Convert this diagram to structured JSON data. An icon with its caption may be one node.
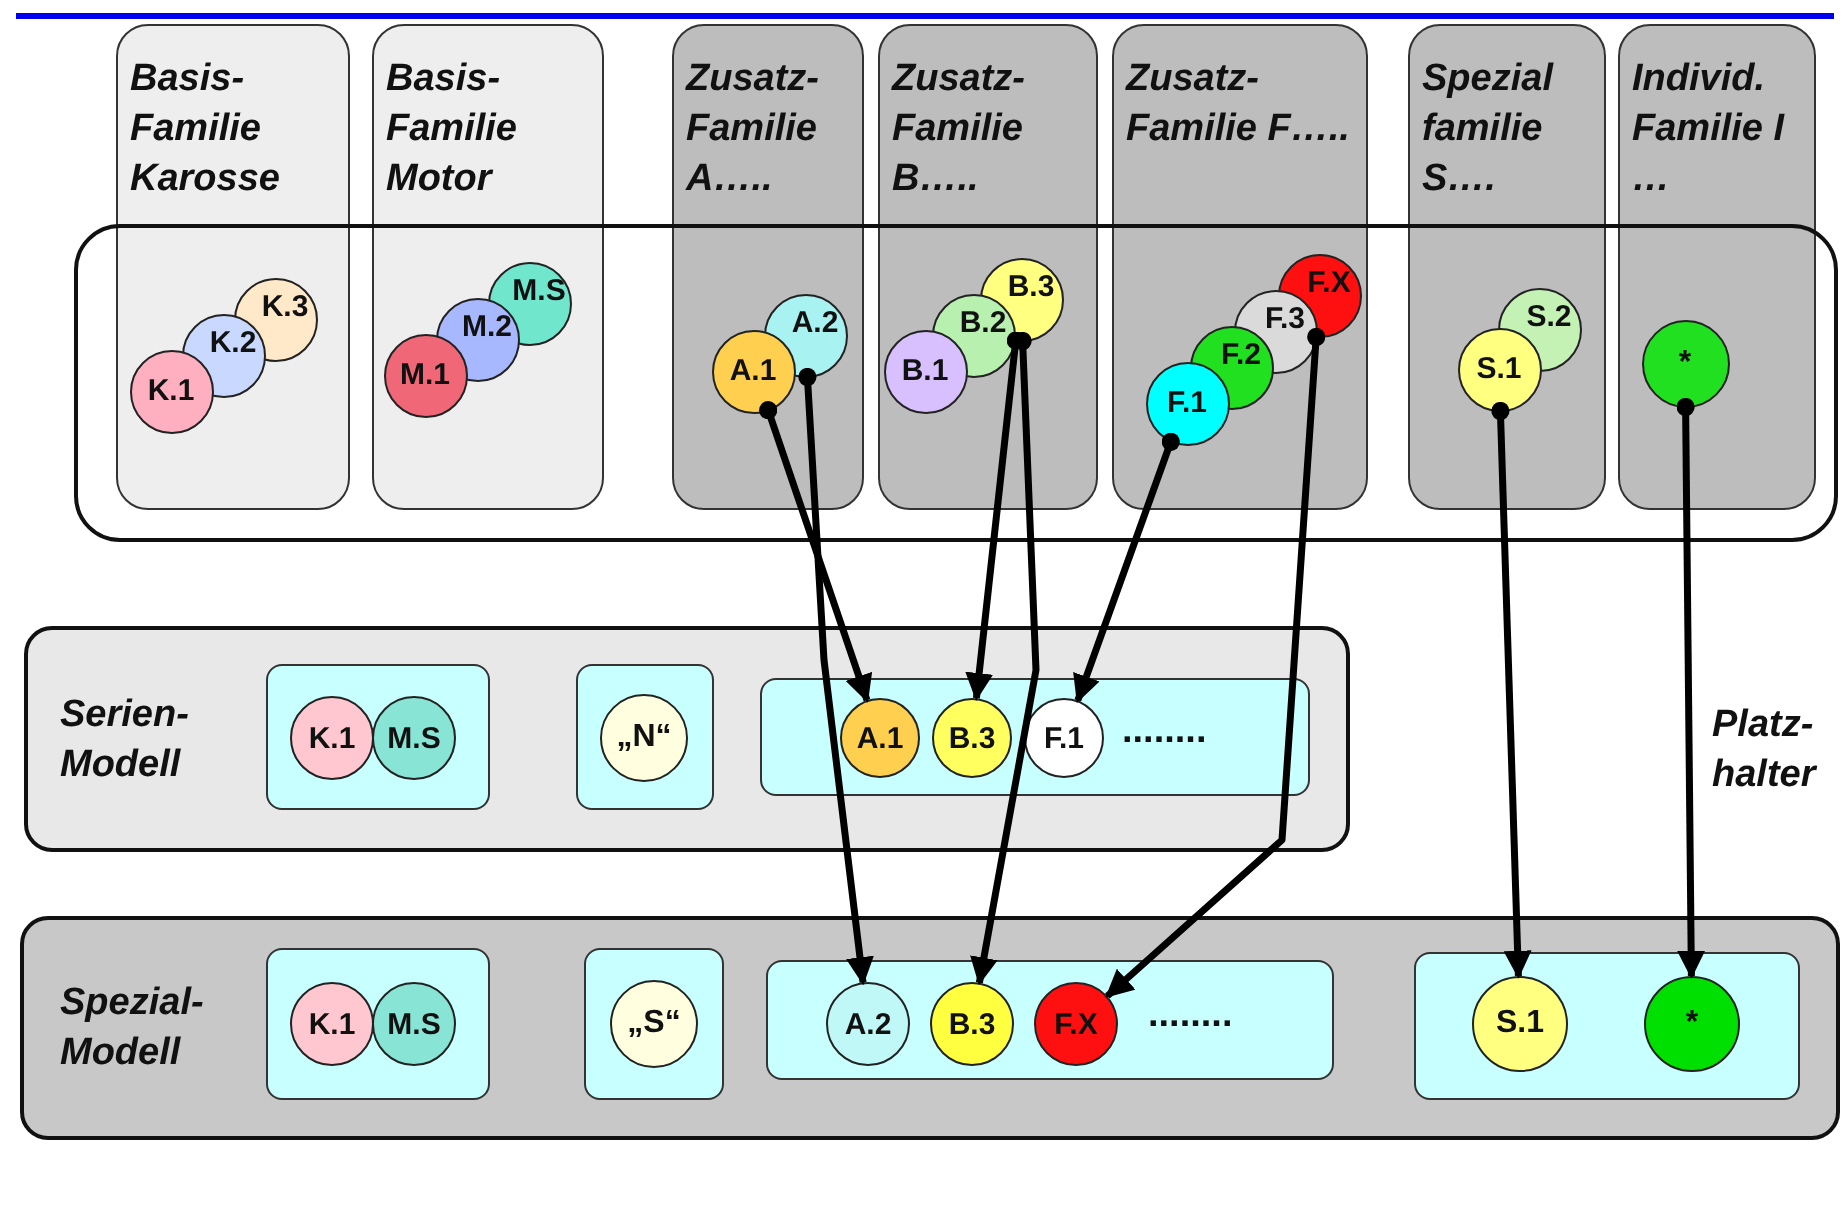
{
  "diagram": {
    "nodes": [
      {
        "text": [
          "Basis- Familie Karosse"
        ]
      },
      {
        "text": [
          "Basis- Familie Motor"
        ]
      },
      {
        "text": [
          "Zusatz- Familie A….."
        ]
      },
      {
        "text": [
          "Zusatz- Familie B….."
        ]
      },
      {
        "text": [
          "Zusatz- Familie F….."
        ]
      },
      {
        "text": [
          "Spezial familie S…."
        ]
      },
      {
        "text": [
          "Individ. Familie I …"
        ]
      },
      {
        "text": [
          "K.3"
        ],
        "in": 0
      },
      {
        "text": [
          "K.2"
        ],
        "in": 0
      },
      {
        "text": [
          "K.1"
        ],
        "in": 0
      },
      {
        "text": [
          "M.S"
        ],
        "in": 1
      },
      {
        "text": [
          "M.2"
        ],
        "in": 1
      },
      {
        "text": [
          "M.1"
        ],
        "in": 1
      },
      {
        "text": [
          "A.2"
        ],
        "in": 2
      },
      {
        "text": [
          "A.1"
        ],
        "in": 2
      },
      {
        "text": [
          "B.3"
        ],
        "in": 3
      },
      {
        "text": [
          "B.2"
        ],
        "in": 3
      },
      {
        "text": [
          "B.1"
        ],
        "in": 3
      },
      {
        "text": [
          "F.X"
        ],
        "in": 4
      },
      {
        "text": [
          "F.3"
        ],
        "in": 4
      },
      {
        "text": [
          "F.2"
        ],
        "in": 4
      },
      {
        "text": [
          "F.1"
        ],
        "in": 4
      },
      {
        "text": [
          "S.2"
        ],
        "in": 5
      },
      {
        "text": [
          "S.1"
        ],
        "in": 5
      },
      {
        "text": [
          "*"
        ],
        "in": 6
      },
      {
        "text": [
          "Serien- Modell"
        ]
      },
      {
        "text": [],
        "shape": "box",
        "in": 25
      },
      {
        "text": [
          "K.1"
        ],
        "in": 26
      },
      {
        "text": [
          "M.S"
        ],
        "in": 26
      },
      {
        "text": [],
        "shape": "box",
        "in": 25
      },
      {
        "text": [
          "„N“"
        ],
        "in": 29
      },
      {
        "text": [
          "........"
        ],
        "in": 25
      },
      {
        "text": [
          "A.1"
        ],
        "in": 31
      },
      {
        "text": [
          "B.3"
        ],
        "in": 31
      },
      {
        "text": [
          "F.1"
        ],
        "in": 31
      },
      {
        "text": [
          "Spezial- Modell"
        ]
      },
      {
        "text": [],
        "shape": "box",
        "in": 35
      },
      {
        "text": [
          "K.1"
        ],
        "in": 36
      },
      {
        "text": [
          "M.S"
        ],
        "in": 36
      },
      {
        "text": [],
        "shape": "box",
        "in": 35
      },
      {
        "text": [
          "„S“"
        ],
        "in": 39
      },
      {
        "text": [
          "........"
        ],
        "in": 35
      },
      {
        "text": [
          "A.2"
        ],
        "in": 41
      },
      {
        "text": [
          "B.3"
        ],
        "in": 41
      },
      {
        "text": [
          "F.X"
        ],
        "in": 41
      },
      {
        "text": [],
        "shape": "box",
        "in": 35
      },
      {
        "text": [
          "S.1"
        ],
        "in": 45
      },
      {
        "text": [
          "*"
        ],
        "in": 45
      }
    ],
    "edges": [
      {
        "from": 14,
        "to": 32,
        "arrow": "to"
      },
      {
        "from": 13,
        "to": 42,
        "arrow": "to"
      },
      {
        "from": 15,
        "to": 33,
        "arrow": "to"
      },
      {
        "from": 15,
        "to": 43,
        "arrow": "to"
      },
      {
        "from": 21,
        "to": 34,
        "arrow": "to"
      },
      {
        "from": 18,
        "to": 44,
        "arrow": "to"
      },
      {
        "from": 23,
        "to": 46,
        "arrow": "to"
      },
      {
        "from": 24,
        "to": 47,
        "arrow": "to"
      }
    ],
    "labels": [
      "Platz- halter"
    ]
  }
}
